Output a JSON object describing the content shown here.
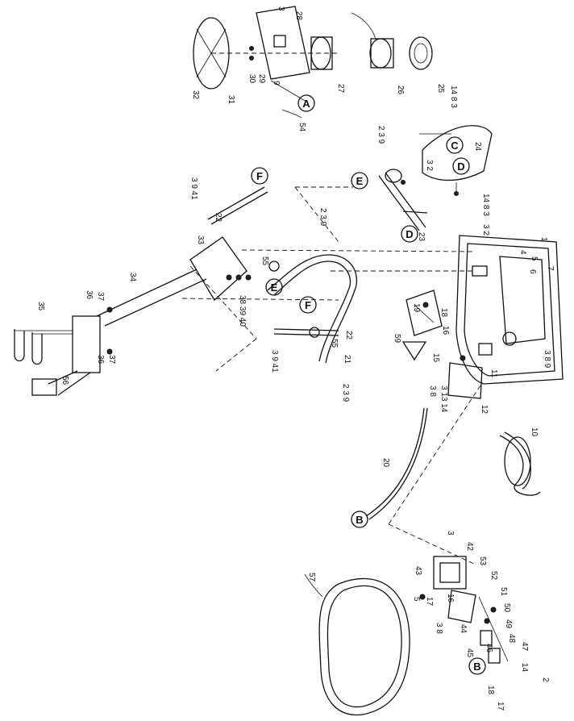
{
  "callouts": {
    "A": "A",
    "B1": "B",
    "B2": "B",
    "C": "C",
    "D1": "D",
    "D2": "D",
    "E1": "E",
    "E2": "E",
    "F1": "F",
    "F2": "F"
  },
  "labels": {
    "p1": "1",
    "p2a": "2",
    "p3a": "3",
    "p4": "4",
    "p5a": "5",
    "p6": "6",
    "p7": "7",
    "p10": "10",
    "p11": "11",
    "p12": "12",
    "p14a": "14",
    "p15": "15",
    "p16a": "16",
    "p17a": "17",
    "p17b": "17",
    "p18a": "18",
    "p18b": "18",
    "p19": "19",
    "p20": "20",
    "p21": "21",
    "p22a": "22",
    "p22b": "22",
    "p23": "23",
    "p24": "24",
    "p25": "25",
    "p26": "26",
    "p27": "27",
    "p28": "28",
    "p29": "29",
    "p30": "30",
    "p31": "31",
    "p32": "32",
    "p33": "33",
    "p34": "34",
    "p35": "35",
    "p36a": "36",
    "p36b": "36",
    "p37a": "37",
    "p37b": "37",
    "p42": "42",
    "p43": "43",
    "p44": "44",
    "p45": "45",
    "p46": "46",
    "p47": "47",
    "p48": "48",
    "p49": "49",
    "p50": "50",
    "p51": "51",
    "p52": "52",
    "p53": "53",
    "p54": "54",
    "p55a": "55",
    "p55b": "55",
    "p56": "56",
    "p57": "57",
    "p59": "59",
    "p16b": "16",
    "p5b": "5",
    "p3b": "3",
    "p9a": "9",
    "p14b": "14",
    "p2b": "2"
  },
  "groups": {
    "g14_8_3a": "14  8  3",
    "g14_8_3b": "14  8  3",
    "g2_3_9a": "2  3  9",
    "g2_3_9b": "2  3  9",
    "g2_3_9c": "2  3  9",
    "g3_9_41a": "3  9  41",
    "g3_9_41b": "3  9  41",
    "g3_8_9": "3  8  9",
    "g3_2a": "3  2",
    "g3_2b": "3  2",
    "g3_8a": "3  8",
    "g3_8b": "3  8",
    "g3_13_14": "3  13  14",
    "g38_39_40": "38  39  40",
    "g3_9": "3  9"
  }
}
